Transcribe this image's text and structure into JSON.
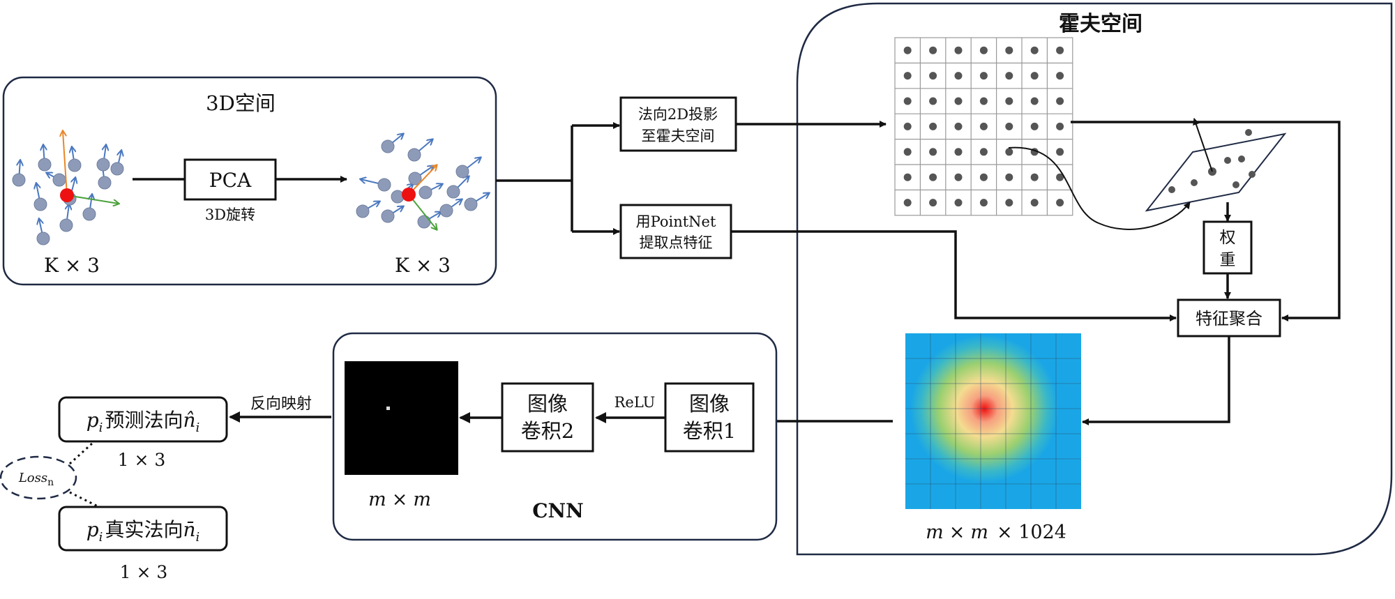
{
  "panel_3d": {
    "title": "3D空间",
    "pca_label": "PCA",
    "rotation_caption": "3D旋转",
    "input_dim": "K × 3",
    "output_dim": "K × 3"
  },
  "projection_box": {
    "line1": "法向2D投影",
    "line2": "至霍夫空间"
  },
  "pointnet_box": {
    "line1": "用PointNet",
    "line2": "提取点特征"
  },
  "hough_panel": {
    "title": "霍夫空间",
    "weight_box": {
      "line1": "权",
      "line2": "重"
    },
    "aggregate_label": "特征聚合",
    "heatmap_dim": {
      "m": "m",
      "times": "×",
      "m2": "m",
      "rest": "× 1024"
    }
  },
  "cnn_panel": {
    "title": "CNN",
    "conv1": {
      "line1": "图像",
      "line2": "卷积1"
    },
    "conv2": {
      "line1": "图像",
      "line2": "卷积2"
    },
    "relu_label": "ReLU",
    "output_dim": {
      "m": "m",
      "times": "×",
      "m2": "m"
    }
  },
  "reverse_map_label": "反向映射",
  "predicted_box": {
    "p": "p",
    "sub": "i",
    "text": "预测法向",
    "n": "n̂",
    "nsub": "i",
    "dim": "1 × 3"
  },
  "truth_box": {
    "p": "p",
    "sub": "i",
    "text": "真实法向",
    "n": "n̄",
    "nsub": "i",
    "dim": "1 × 3"
  },
  "loss_label": {
    "text": "Loss",
    "sub": "n"
  },
  "colors": {
    "point": "#8e9bb8",
    "center_point": "#ee1111",
    "normal_arrow": "#4a78c0",
    "axis_orange": "#e8862a",
    "axis_green": "#4aa23a",
    "heat_bg": "#1aa6e6",
    "panel_stroke": "#1f2a44"
  }
}
